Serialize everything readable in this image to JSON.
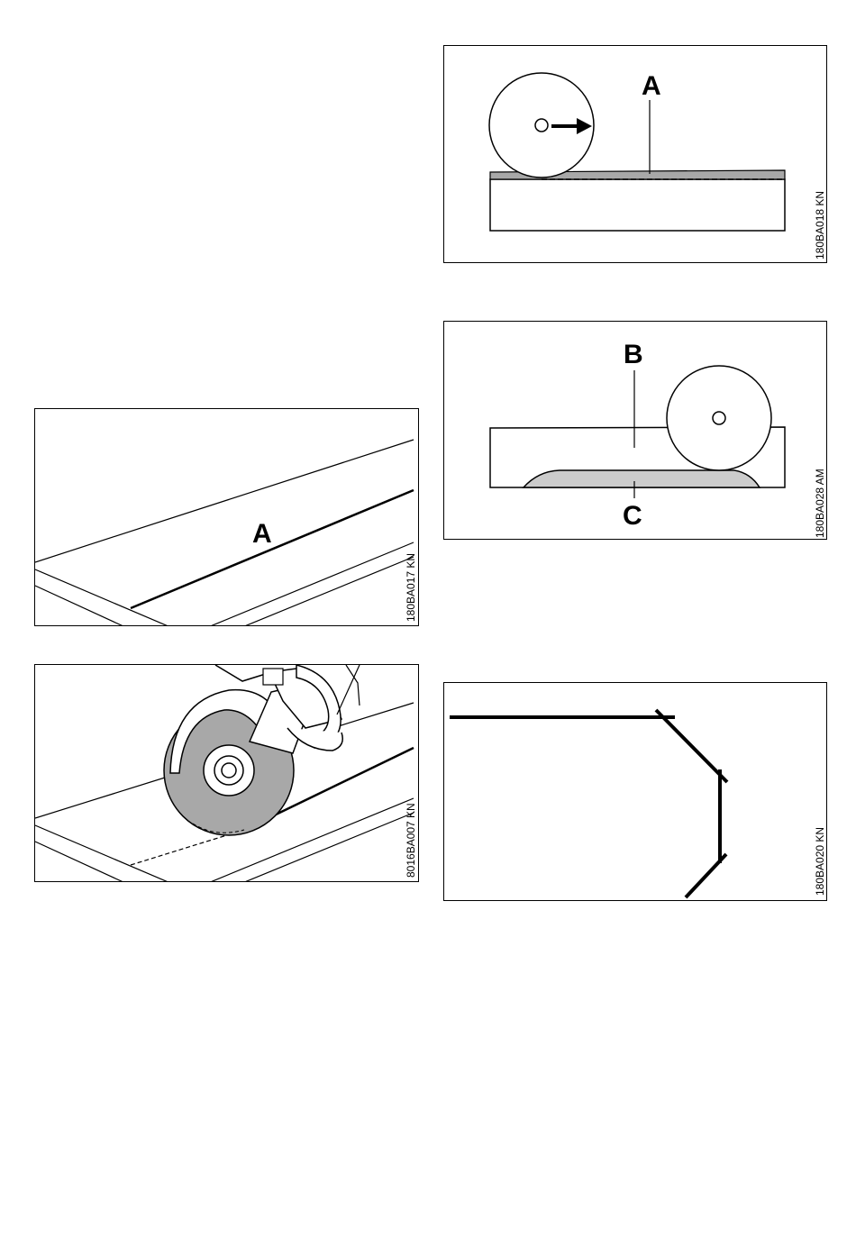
{
  "figures": {
    "wheel_on_surface": {
      "code": "180BA018 KN",
      "label_a": "A"
    },
    "wheel_over_cavity": {
      "code": "180BA028 AM",
      "label_b": "B",
      "label_c": "C"
    },
    "marked_line": {
      "code": "180BA017 KN",
      "label_a": "A"
    },
    "saw_cutting": {
      "code": "8016BA007 KN"
    },
    "cut_pattern": {
      "code": "180BA020 KN"
    }
  },
  "colors": {
    "line": "#000000",
    "fill_gray": "#a8a8a8",
    "fill_light": "#cccccc",
    "background": "#ffffff"
  }
}
